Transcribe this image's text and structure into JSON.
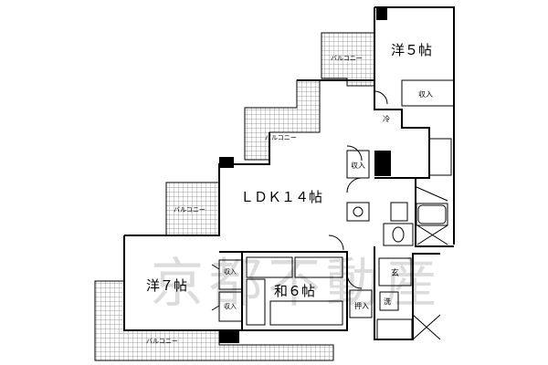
{
  "rooms": {
    "western_5": "洋５帖",
    "ldk": "ＬＤＫ１４帖",
    "western_7": "洋７帖",
    "japanese_6": "和６帖"
  },
  "labels": {
    "balcony": "バルコニー",
    "storage": "収入",
    "closet": "押入",
    "entrance": "玄",
    "refrigerator": "冷",
    "washer": "洗"
  },
  "watermark": "京都不動産",
  "colors": {
    "wall": "#000000",
    "balcony_grid": "#7a7a7a",
    "watermark": "#d9d9d9"
  }
}
